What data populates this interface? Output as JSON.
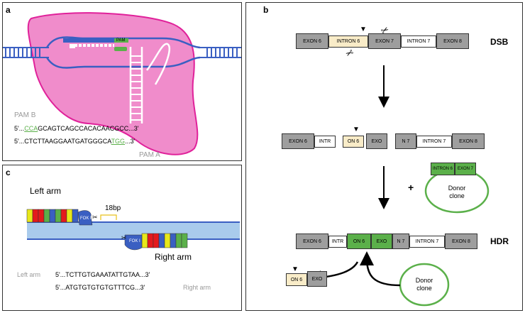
{
  "panels": {
    "a": "a",
    "b": "b",
    "c": "c"
  },
  "panel_a": {
    "pam_tag": "PAM",
    "pam_b": "PAM B",
    "pam_a": "PAM A",
    "seq1_prefix": "5'...",
    "seq1_pam": "CCA",
    "seq1_rest": "GCAGTCAGCCACACAACGCC...3'",
    "seq2_prefix": "5'...CTCTTAAGGAATGATGGGCA",
    "seq2_pam": "TGG",
    "seq2_rest": "...3'"
  },
  "panel_b": {
    "dsb": "DSB",
    "hdr": "HDR",
    "plus": "+",
    "row1": {
      "exon6": "EXON 6",
      "intron6": "INTRON 6",
      "exon7": "EXON 7",
      "intron7": "INTRON 7",
      "exon8": "EXON 8"
    },
    "row2": {
      "exon6": "EXON 6",
      "intr": "INTR",
      "on6": "ON 6",
      "exo": "EXO",
      "n7": "N 7",
      "intron7": "INTRON 7",
      "exon8": "EXON 8"
    },
    "donor_top": {
      "intron6": "INTRON 6",
      "exon7": "EXON 7",
      "label": "Donor clone"
    },
    "row3": {
      "exon6": "EXON 6",
      "intr": "INTR",
      "on6": "ON 6",
      "exo": "EXO",
      "n7": "N 7",
      "intron7": "INTRON 7",
      "exon8": "EXON 8"
    },
    "frag": {
      "on6": "ON 6",
      "exo": "EXO"
    },
    "donor_bottom": {
      "label": "Donor clone"
    }
  },
  "panel_c": {
    "left_arm": "Left arm",
    "right_arm": "Right arm",
    "bp": "18bp",
    "fok1_top": "FOK I",
    "fok1_bottom": "FOK I",
    "seq_left_label": "Left arm",
    "seq_left": "5'...TCTTGTGAAATATTGTAA...3'",
    "seq_right": "5'...ATGTGTGTGTGTTTCG...3'",
    "seq_right_label": "Right arm"
  },
  "colors": {
    "pink": "#f08ccb",
    "magenta": "#e0219a",
    "blue": "#3a5fc2",
    "green": "#5bb04a",
    "lightblue": "#a9cbec",
    "cream": "#f9ecc8",
    "exon_gray": "#9e9e9e"
  }
}
